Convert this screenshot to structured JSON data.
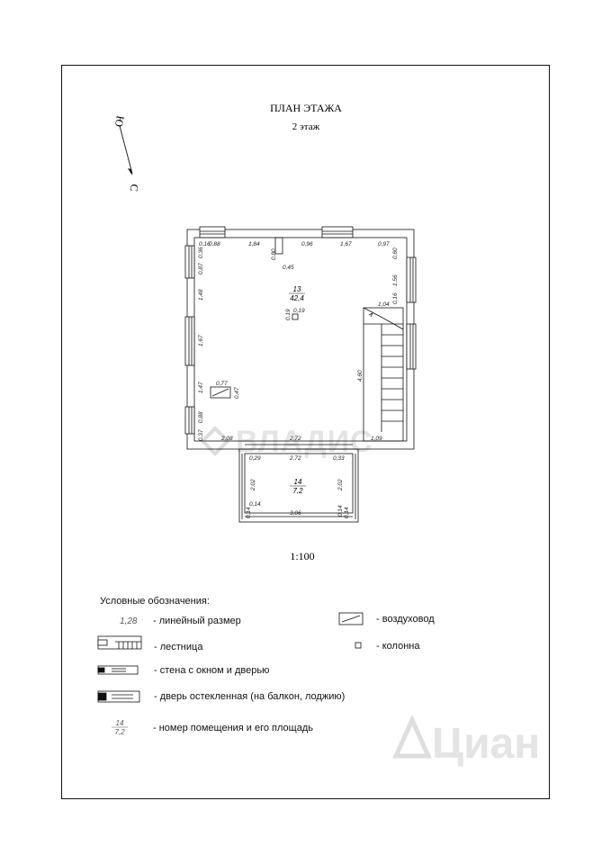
{
  "header": {
    "title": "ПЛАН ЭТАЖА",
    "subtitle": "2 этаж",
    "scale": "1:100"
  },
  "compass": {
    "north": "Ю",
    "south": "С"
  },
  "rooms": [
    {
      "number": "13",
      "area": "42,4"
    },
    {
      "number": "14",
      "area": "7,2"
    }
  ],
  "dimensions": {
    "top": [
      "0,16",
      "0,88",
      "1,84",
      "0,96",
      "1,67",
      "0,97"
    ],
    "left": [
      "0,36",
      "0,87",
      "1,48",
      "1,67",
      "1,47",
      "0,88",
      "0,37"
    ],
    "right": [
      "0,60",
      "1,56",
      "0,16",
      "4,60"
    ],
    "inner": [
      "0,80",
      "0,45",
      "0,77",
      "0,47",
      "0,19",
      "0,19",
      "1,04",
      "2,08",
      "2,72",
      "1,09"
    ],
    "balcony": [
      "0,29",
      "2,72",
      "0,33",
      "2,02",
      "2,02",
      "0,14",
      "0,14",
      "3,06",
      "0,14",
      "0,14"
    ]
  },
  "legend": {
    "heading": "Условные обозначения:",
    "sample_size": "1,28",
    "sample_room_number": "14",
    "sample_room_area": "7,2",
    "items": [
      {
        "icon": "linear-dimension-icon",
        "label": "- линейный размер"
      },
      {
        "icon": "stair-icon",
        "label": "- лестница"
      },
      {
        "icon": "wall-window-door-icon",
        "label": "- стена с окном и дверью"
      },
      {
        "icon": "glazed-door-icon",
        "label": "- дверь остекленная (на балкон, лоджию)"
      },
      {
        "icon": "room-number-icon",
        "label": "- номер помещения и его площадь"
      },
      {
        "icon": "air-duct-icon",
        "label": "- воздуховод"
      },
      {
        "icon": "column-icon",
        "label": "- колонна"
      }
    ]
  },
  "watermarks": [
    "ВЛАДИС",
    "Циан"
  ],
  "colors": {
    "line": "#111111",
    "watermark": "#d9d9d9"
  }
}
